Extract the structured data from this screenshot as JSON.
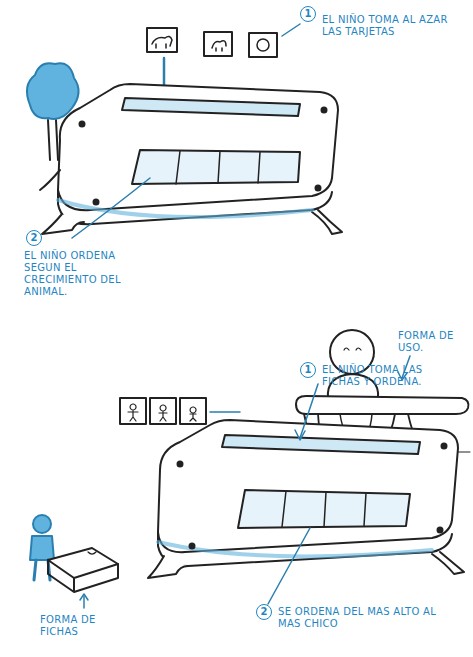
{
  "diagram": {
    "labels": [
      "1",
      "EL NIÑO TOMA AL AZAR LAS TARJETAS",
      "2",
      "EL NIÑO ORDENA SEGUN EL CRECIMIENTO DEL ANIMAL.",
      "FORMA DE USO.",
      "1",
      "EL NIÑO TOMA LAS FICHAS Y ORDENA.",
      "2",
      "SE ORDENA DEL MAS ALTO AL MAS CHICO",
      "FORMA DE FICHAS"
    ]
  }
}
